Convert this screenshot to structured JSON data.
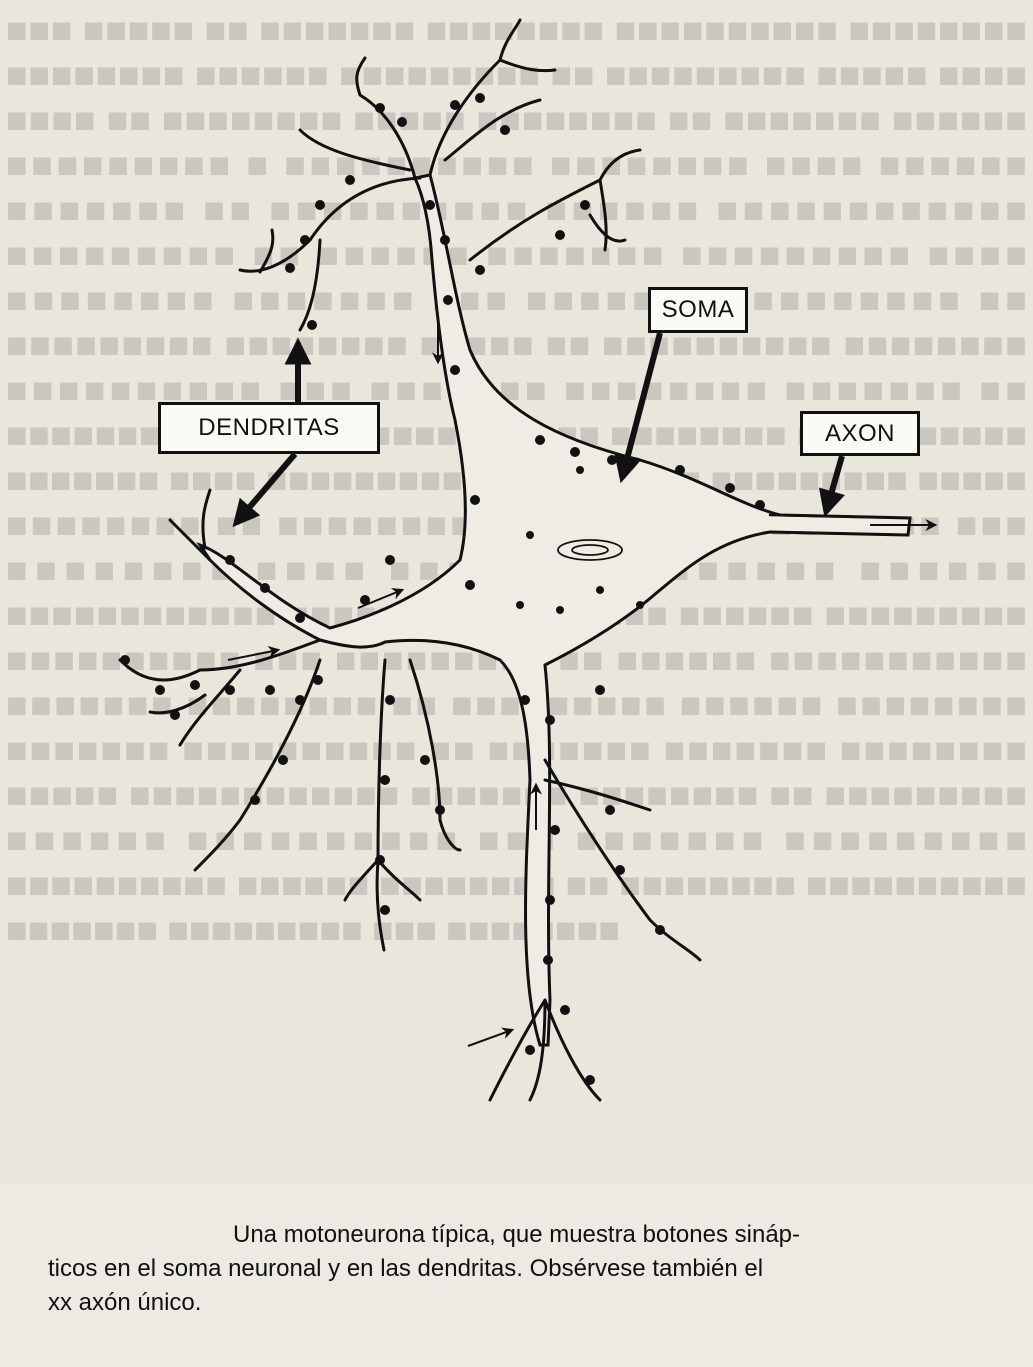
{
  "labels": {
    "soma": "SOMA",
    "dendritas": "DENDRITAS",
    "axon": "AXON"
  },
  "caption": {
    "line1": "Una motoneurona típica, que muestra botones sináp-",
    "line2": "ticos en el soma neuronal y en las dendritas. Obsérvese también el",
    "line3": "xx axón único."
  },
  "colors": {
    "paper": "#e9e6dc",
    "ink": "#111111",
    "label_fill": "#fbfbf6"
  }
}
